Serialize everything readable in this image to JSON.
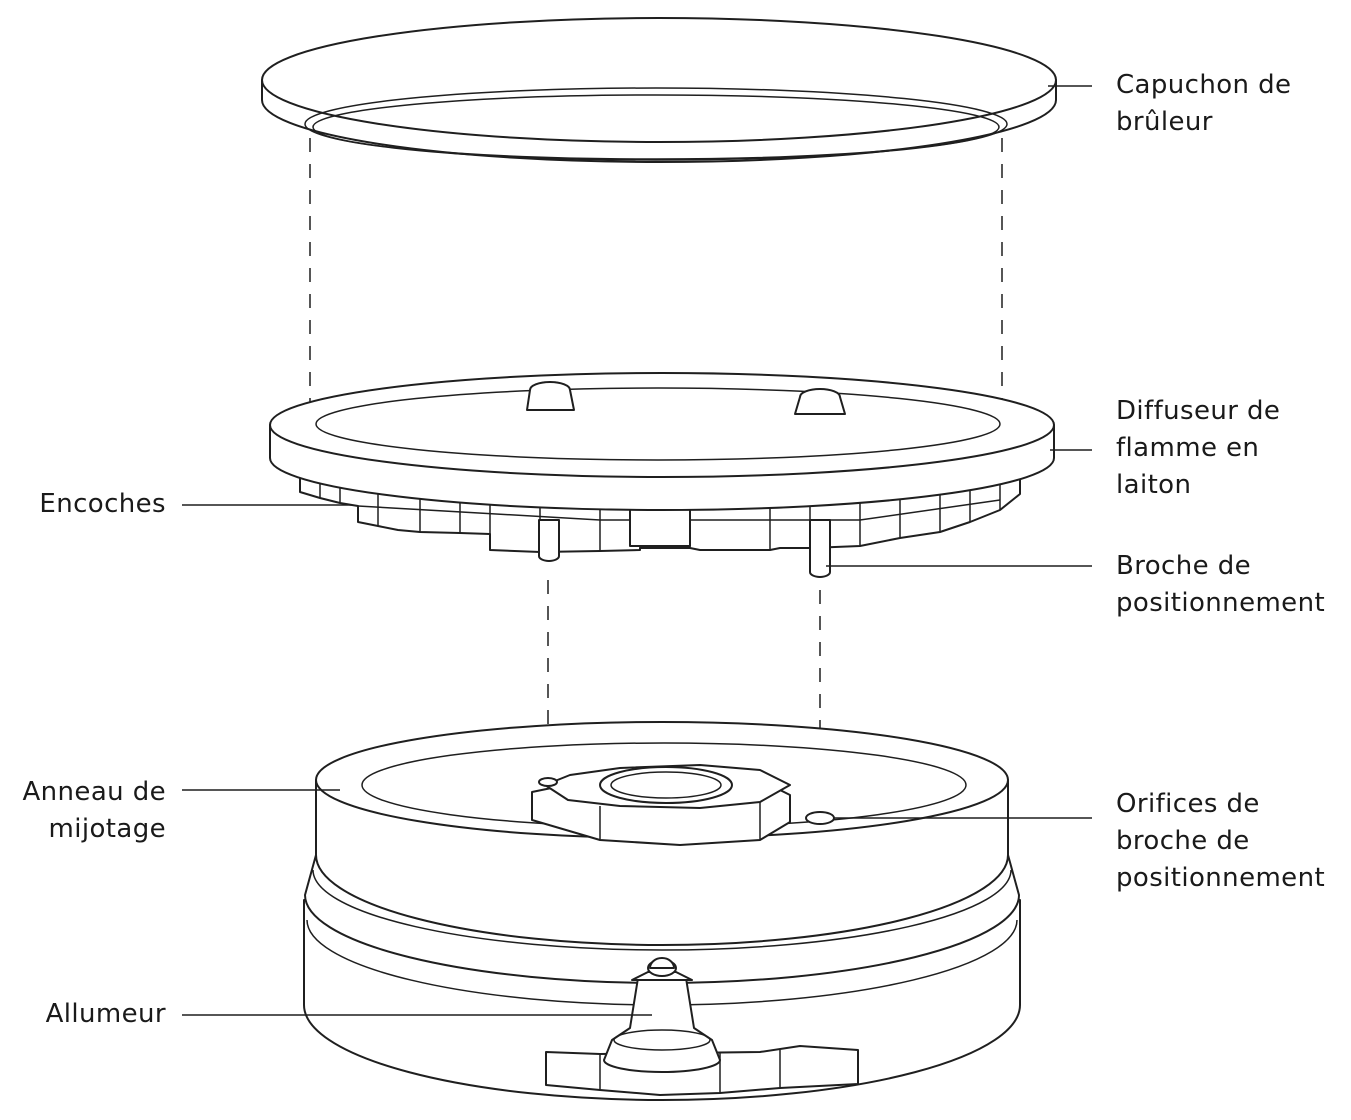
{
  "labels": {
    "burner_cap": [
      "Capuchon de",
      "brûleur"
    ],
    "flame_diffuser": [
      "Diffuseur de",
      "flamme en",
      "laiton"
    ],
    "notches": [
      "Encoches"
    ],
    "positioning_pin": [
      "Broche de",
      "positionnement"
    ],
    "simmer_ring": [
      "Anneau de",
      "mijotage"
    ],
    "pin_holes": [
      "Orifices de",
      "broche de",
      "positionnement"
    ],
    "igniter": [
      "Allumeur"
    ]
  }
}
